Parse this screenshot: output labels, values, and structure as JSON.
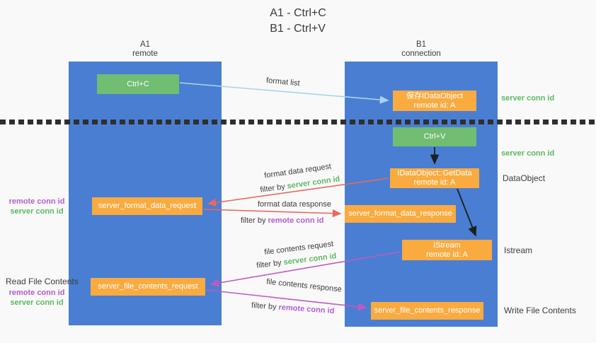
{
  "title": {
    "line1": "A1 - Ctrl+C",
    "line2": "B1 - Ctrl+V"
  },
  "columns": {
    "a1": {
      "name": "A1",
      "subtitle": "remote"
    },
    "b1": {
      "name": "B1",
      "subtitle": "connection"
    }
  },
  "nodes": {
    "ctrl_c": "Ctrl+C",
    "ctrl_v": "Ctrl+V",
    "save_dataobject": {
      "line1": "保存IDataObject",
      "line2": "remote id: A"
    },
    "getdata": {
      "line1": "IDataObject::GetData",
      "line2": "remote id: A"
    },
    "istream": {
      "line1": "IStream",
      "line2": "remote id: A"
    },
    "format_request": "server_format_data_request",
    "format_response": "server_format_data_response",
    "file_request": "server_file_contents_request",
    "file_response": "server_file_contents_response"
  },
  "labels": {
    "format_list": "format list",
    "server_conn_id": "server conn id",
    "remote_conn_id": "remote conn id",
    "filter_by": "filter by",
    "format_data_request": "format data request",
    "format_data_response": "format data response",
    "file_contents_request": "file contents request",
    "file_contents_response": "file contents response",
    "dataobject": "DataObject",
    "istream_side": "Istream",
    "read_file_contents": "Read File Contents",
    "write_file_contents": "Write File Contents"
  },
  "colors": {
    "column_blue": "#4a7ed2",
    "box_orange": "#f9ab40",
    "button_green": "#71bd72",
    "label_green": "#5cb85f",
    "label_purple": "#b45ccd",
    "arrow_red": "#e8695e",
    "arrow_magenta": "#c05ac0",
    "arrow_lightblue": "#a8d4ea",
    "arrow_black": "#1f1f1f"
  }
}
